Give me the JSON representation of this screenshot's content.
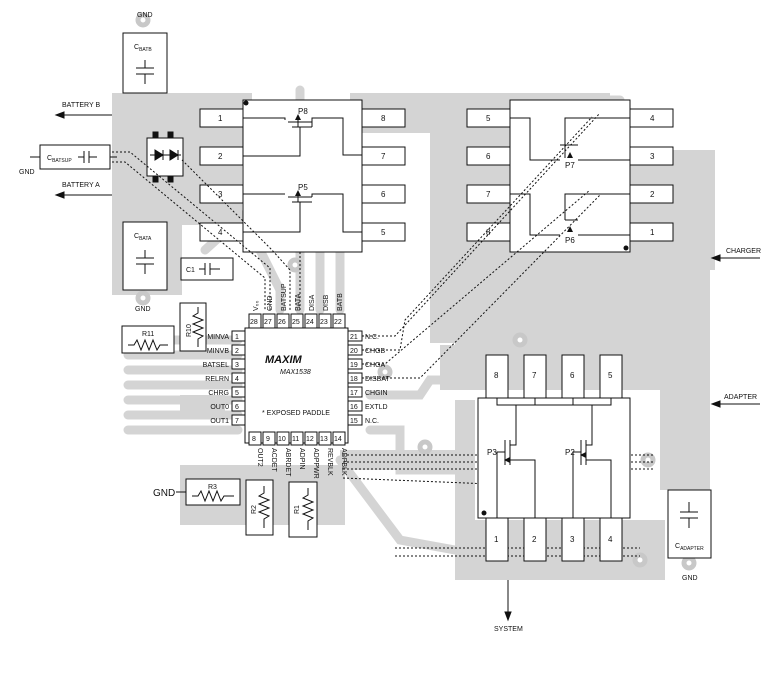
{
  "ic": {
    "brand": "MAXIM",
    "part": "MAX1538",
    "note": "* EXPOSED PADDLE",
    "left_pins": [
      {
        "name": "MINVA",
        "num": "1"
      },
      {
        "name": "MINVB",
        "num": "2"
      },
      {
        "name": "BATSEL",
        "num": "3"
      },
      {
        "name": "RELRN",
        "num": "4"
      },
      {
        "name": "CHRG",
        "num": "5"
      },
      {
        "name": "OUT0",
        "num": "6"
      },
      {
        "name": "OUT1",
        "num": "7"
      }
    ],
    "right_pins": [
      {
        "name": "N.C.",
        "num": "21"
      },
      {
        "name": "CHGB",
        "num": "20"
      },
      {
        "name": "CHGA",
        "num": "19"
      },
      {
        "name": "DISBAT",
        "num": "18"
      },
      {
        "name": "CHGIN",
        "num": "17"
      },
      {
        "name": "EXTLD",
        "num": "16"
      },
      {
        "name": "N.C.",
        "num": "15"
      }
    ],
    "top_pins": [
      {
        "name": "V₀₀",
        "num": "28"
      },
      {
        "name": "GND",
        "num": "27"
      },
      {
        "name": "BATSUP",
        "num": "26"
      },
      {
        "name": "BATA",
        "num": "25"
      },
      {
        "name": "DISA",
        "num": "24"
      },
      {
        "name": "DISB",
        "num": "23"
      },
      {
        "name": "BATB",
        "num": "22"
      }
    ],
    "bottom_pins": [
      {
        "name": "OUT2",
        "num": "8"
      },
      {
        "name": "ACDET",
        "num": "9"
      },
      {
        "name": "ABRDET",
        "num": "10"
      },
      {
        "name": "ADPIN",
        "num": "11"
      },
      {
        "name": "ADPPWR",
        "num": "12"
      },
      {
        "name": "REVBLK",
        "num": "13"
      },
      {
        "name": "ADPBLK",
        "num": "14"
      }
    ]
  },
  "mosfet_block_left": {
    "left_pins": [
      "1",
      "2",
      "3",
      "4"
    ],
    "right_pins": [
      "8",
      "7",
      "6",
      "5"
    ],
    "fets": [
      "P8",
      "P5"
    ]
  },
  "mosfet_block_right": {
    "left_pins": [
      "5",
      "6",
      "7",
      "8"
    ],
    "right_pins": [
      "4",
      "3",
      "2",
      "1"
    ],
    "fets": [
      "P7",
      "P6"
    ]
  },
  "mosfet_block_bottom": {
    "top_pins": [
      "8",
      "7",
      "6",
      "5"
    ],
    "bottom_pins": [
      "1",
      "2",
      "3",
      "4"
    ],
    "fets": [
      "P3",
      "P2"
    ]
  },
  "labels": {
    "gnd_top": "GND",
    "cbatb": "C",
    "cbatb_sub": "BATB",
    "batteryb": "BATTERY B",
    "gnd_left": "GND",
    "cbatsup": "C",
    "cbatsup_sub": "BATSUP",
    "batterya": "BATTERY A",
    "cbata": "C",
    "cbata_sub": "BATA",
    "c1": "C1",
    "gnd_mid": "GND",
    "r11": "R11",
    "r10": "R10",
    "gnd_r3": "GND",
    "r3": "R3",
    "r2": "R2",
    "r1": "R1",
    "charger": "CHARGER",
    "adapter": "ADAPTER",
    "cadapter": "C",
    "cadapter_sub": "ADAPTER",
    "gnd_bottom": "GND",
    "system": "SYSTEM"
  },
  "colors": {
    "trace": "#d4d4d4",
    "line": "#111111"
  }
}
